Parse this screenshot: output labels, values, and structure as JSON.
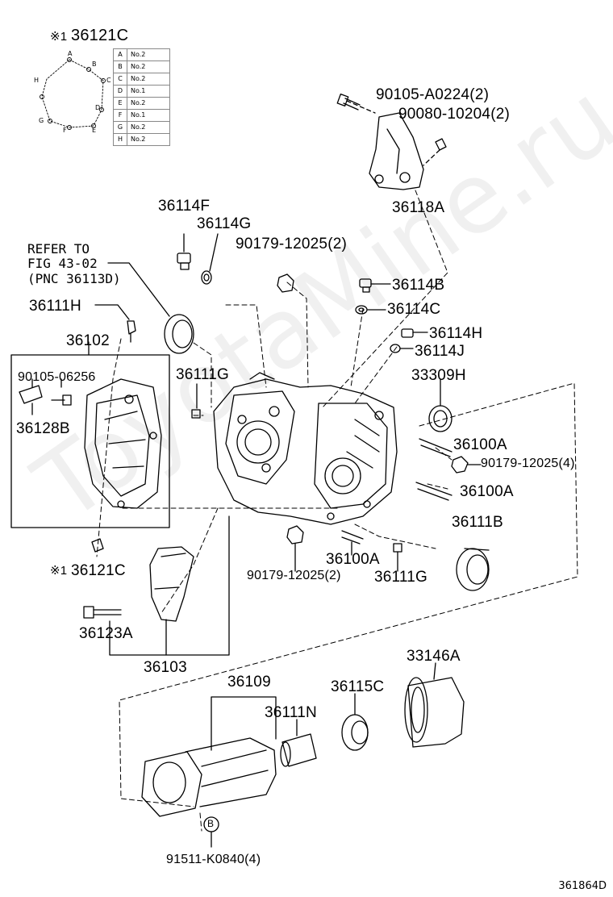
{
  "diagram": {
    "code": "361864D",
    "watermark": "ToyotaMine.ru",
    "inset": {
      "mark": "※1",
      "part": "36121C",
      "points": [
        "A",
        "B",
        "C",
        "D",
        "E",
        "F",
        "G",
        "H"
      ],
      "rows": [
        {
          "k": "A",
          "v": "No.2"
        },
        {
          "k": "B",
          "v": "No.2"
        },
        {
          "k": "C",
          "v": "No.2"
        },
        {
          "k": "D",
          "v": "No.1"
        },
        {
          "k": "E",
          "v": "No.2"
        },
        {
          "k": "F",
          "v": "No.1"
        },
        {
          "k": "G",
          "v": "No.2"
        },
        {
          "k": "H",
          "v": "No.2"
        }
      ]
    },
    "refer_note": [
      "REFER TO",
      "FIG 43-02",
      "(PNC 36113D)"
    ],
    "labels": {
      "p90105_a0224": "90105-A0224(2)",
      "p90080_10204": "90080-10204(2)",
      "p36118a": "36118A",
      "p36114f": "36114F",
      "p36114g": "36114G",
      "p90179_12025_top": "90179-12025(2)",
      "p36114b": "36114B",
      "p36114c": "36114C",
      "p36114h": "36114H",
      "p36114j": "36114J",
      "p33309h": "33309H",
      "p36111h": "36111H",
      "p36102": "36102",
      "p90105_06256": "90105-06256",
      "p36128b": "36128B",
      "p36111g_top": "36111G",
      "p36100a_1": "36100A",
      "p90179_12025_4": "90179-12025(4)",
      "p36100a_2": "36100A",
      "p36111b": "36111B",
      "p36100a_3": "36100A",
      "p90179_12025_bot": "90179-12025(2)",
      "p36111g_bot": "36111G",
      "p36121c_mark": "※1",
      "p36121c": "36121C",
      "p36123a": "36123A",
      "p36103": "36103",
      "p33146a": "33146A",
      "p36109": "36109",
      "p36115c": "36115C",
      "p36111n": "36111N",
      "p91511": "91511-K0840(4)",
      "circle_b": "B"
    }
  }
}
